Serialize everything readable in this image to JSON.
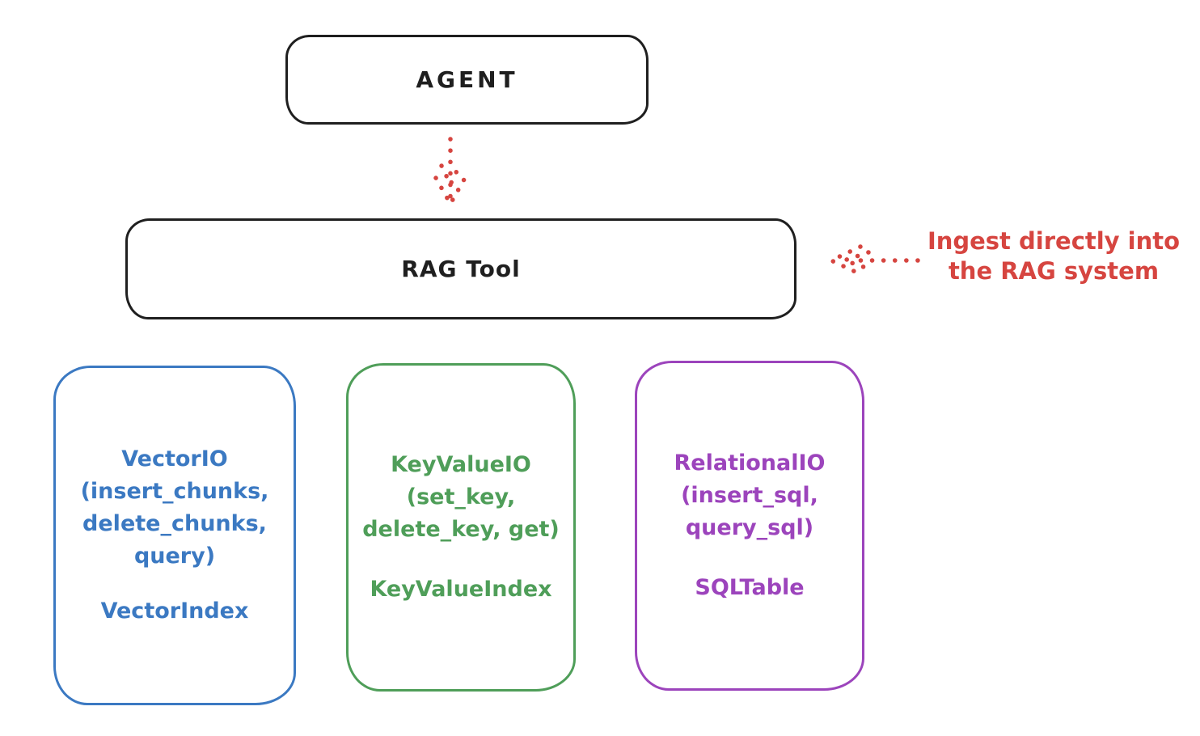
{
  "diagram": {
    "colors": {
      "background": "#ffffff",
      "black_stroke": "#1f1f1f",
      "red": "#d64540",
      "blue": "#3b79c2",
      "green": "#4f9e59",
      "purple": "#9c44bc"
    },
    "agent_box": {
      "label": "AGENT"
    },
    "rag_tool_box": {
      "label": "RAG Tool"
    },
    "annotation": {
      "lines": [
        "Ingest directly into",
        "the RAG system"
      ]
    },
    "arrows": [
      {
        "name": "agent-to-rag-tool",
        "style": "dotted",
        "direction": "down"
      },
      {
        "name": "annotation-to-rag-tool",
        "style": "dotted",
        "direction": "left"
      }
    ],
    "storage_boxes": [
      {
        "title": "VectorIO",
        "lines": [
          "VectorIO",
          "(insert_chunks,",
          "delete_chunks,",
          "query)"
        ],
        "index_label": "VectorIndex",
        "color": "#3b79c2"
      },
      {
        "title": "KeyValueIO",
        "lines": [
          "KeyValueIO",
          "(set_key,",
          "delete_key, get)"
        ],
        "index_label": "KeyValueIndex",
        "color": "#4f9e59"
      },
      {
        "title": "RelationalIO",
        "lines": [
          "RelationalIO",
          "(insert_sql,",
          "query_sql)"
        ],
        "index_label": "SQLTable",
        "color": "#9c44bc"
      }
    ]
  }
}
